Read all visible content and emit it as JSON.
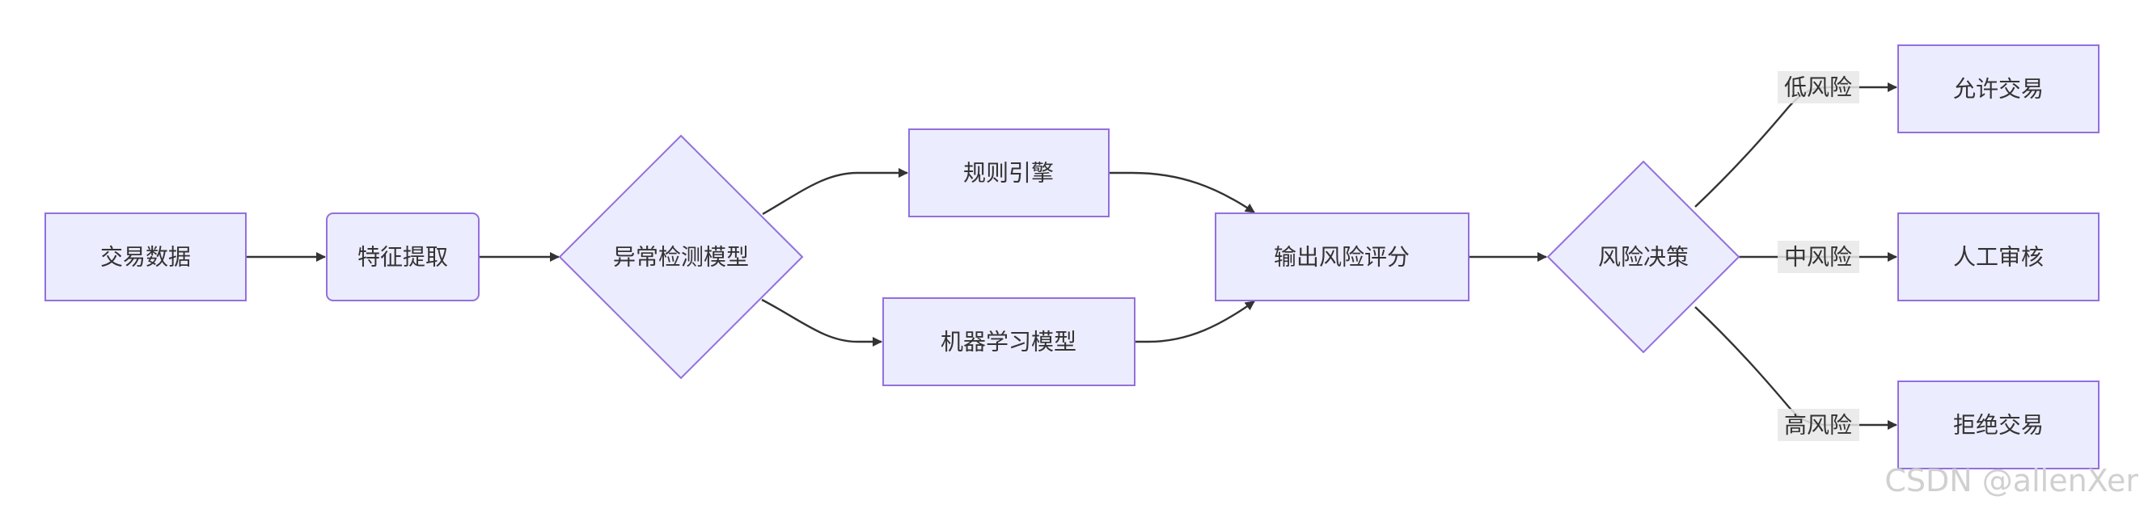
{
  "diagram": {
    "nodes": {
      "transaction_data": "交易数据",
      "feature_extraction": "特征提取",
      "anomaly_detection_model": "异常检测模型",
      "rule_engine": "规则引擎",
      "ml_model": "机器学习模型",
      "risk_score_output": "输出风险评分",
      "risk_decision": "风险决策",
      "allow_transaction": "允许交易",
      "manual_review": "人工审核",
      "reject_transaction": "拒绝交易"
    },
    "edge_labels": {
      "low_risk": "低风险",
      "medium_risk": "中风险",
      "high_risk": "高风险"
    },
    "colors": {
      "node_fill": "#ECECFF",
      "node_stroke": "#9370DB",
      "edge": "#333333",
      "label_bg": "#E8E8E8",
      "text": "#333333",
      "watermark": "#D0D0D0"
    }
  },
  "watermark": "CSDN @allenXer"
}
